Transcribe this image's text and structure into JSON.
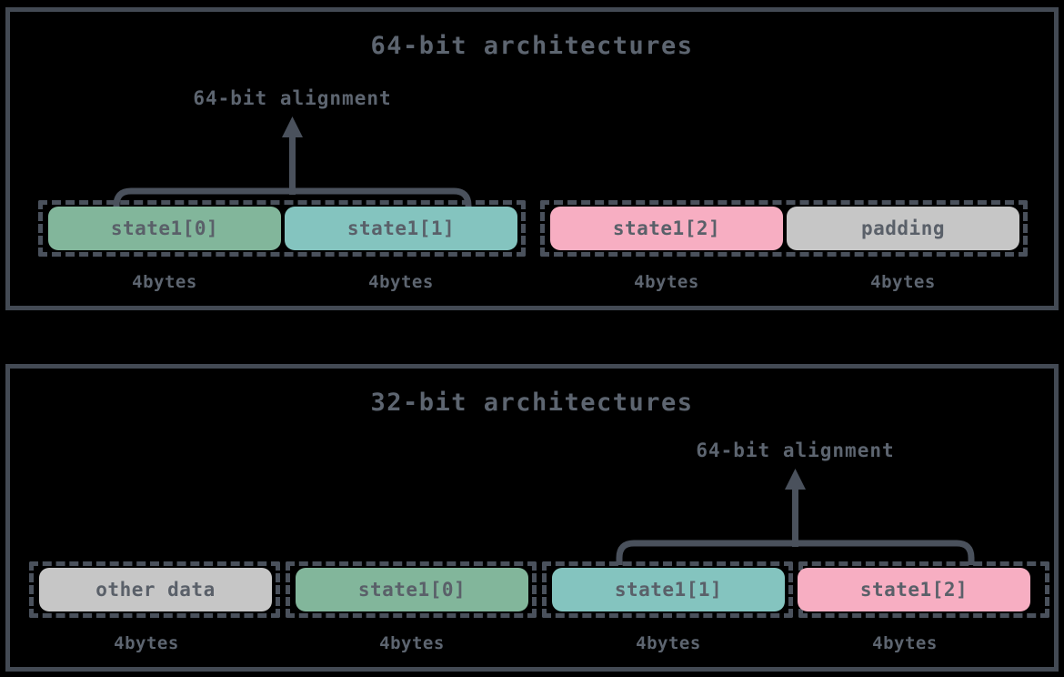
{
  "diagram": {
    "background_color": "#000000",
    "frame_color": "#434a54",
    "text_color": "#5d6570",
    "dash_color": "#4a515c"
  },
  "palette": {
    "green": "#82b69b",
    "teal": "#84c4bf",
    "pink": "#f7aec2",
    "gray": "#c6c6c6"
  },
  "panels": [
    {
      "id": "panel-64",
      "title": "64-bit architectures",
      "annotation": {
        "label": "64-bit alignment"
      },
      "blocks": [
        {
          "label": "state1[0]",
          "color": "green",
          "size": "4bytes"
        },
        {
          "label": "state1[1]",
          "color": "teal",
          "size": "4bytes"
        },
        {
          "label": "state1[2]",
          "color": "pink",
          "size": "4bytes"
        },
        {
          "label": "padding",
          "color": "gray",
          "size": "4bytes"
        }
      ]
    },
    {
      "id": "panel-32",
      "title": "32-bit architectures",
      "annotation": {
        "label": "64-bit alignment"
      },
      "blocks": [
        {
          "label": "other data",
          "color": "gray",
          "size": "4bytes"
        },
        {
          "label": "state1[0]",
          "color": "green",
          "size": "4bytes"
        },
        {
          "label": "state1[1]",
          "color": "teal",
          "size": "4bytes"
        },
        {
          "label": "state1[2]",
          "color": "pink",
          "size": "4bytes"
        }
      ]
    }
  ]
}
